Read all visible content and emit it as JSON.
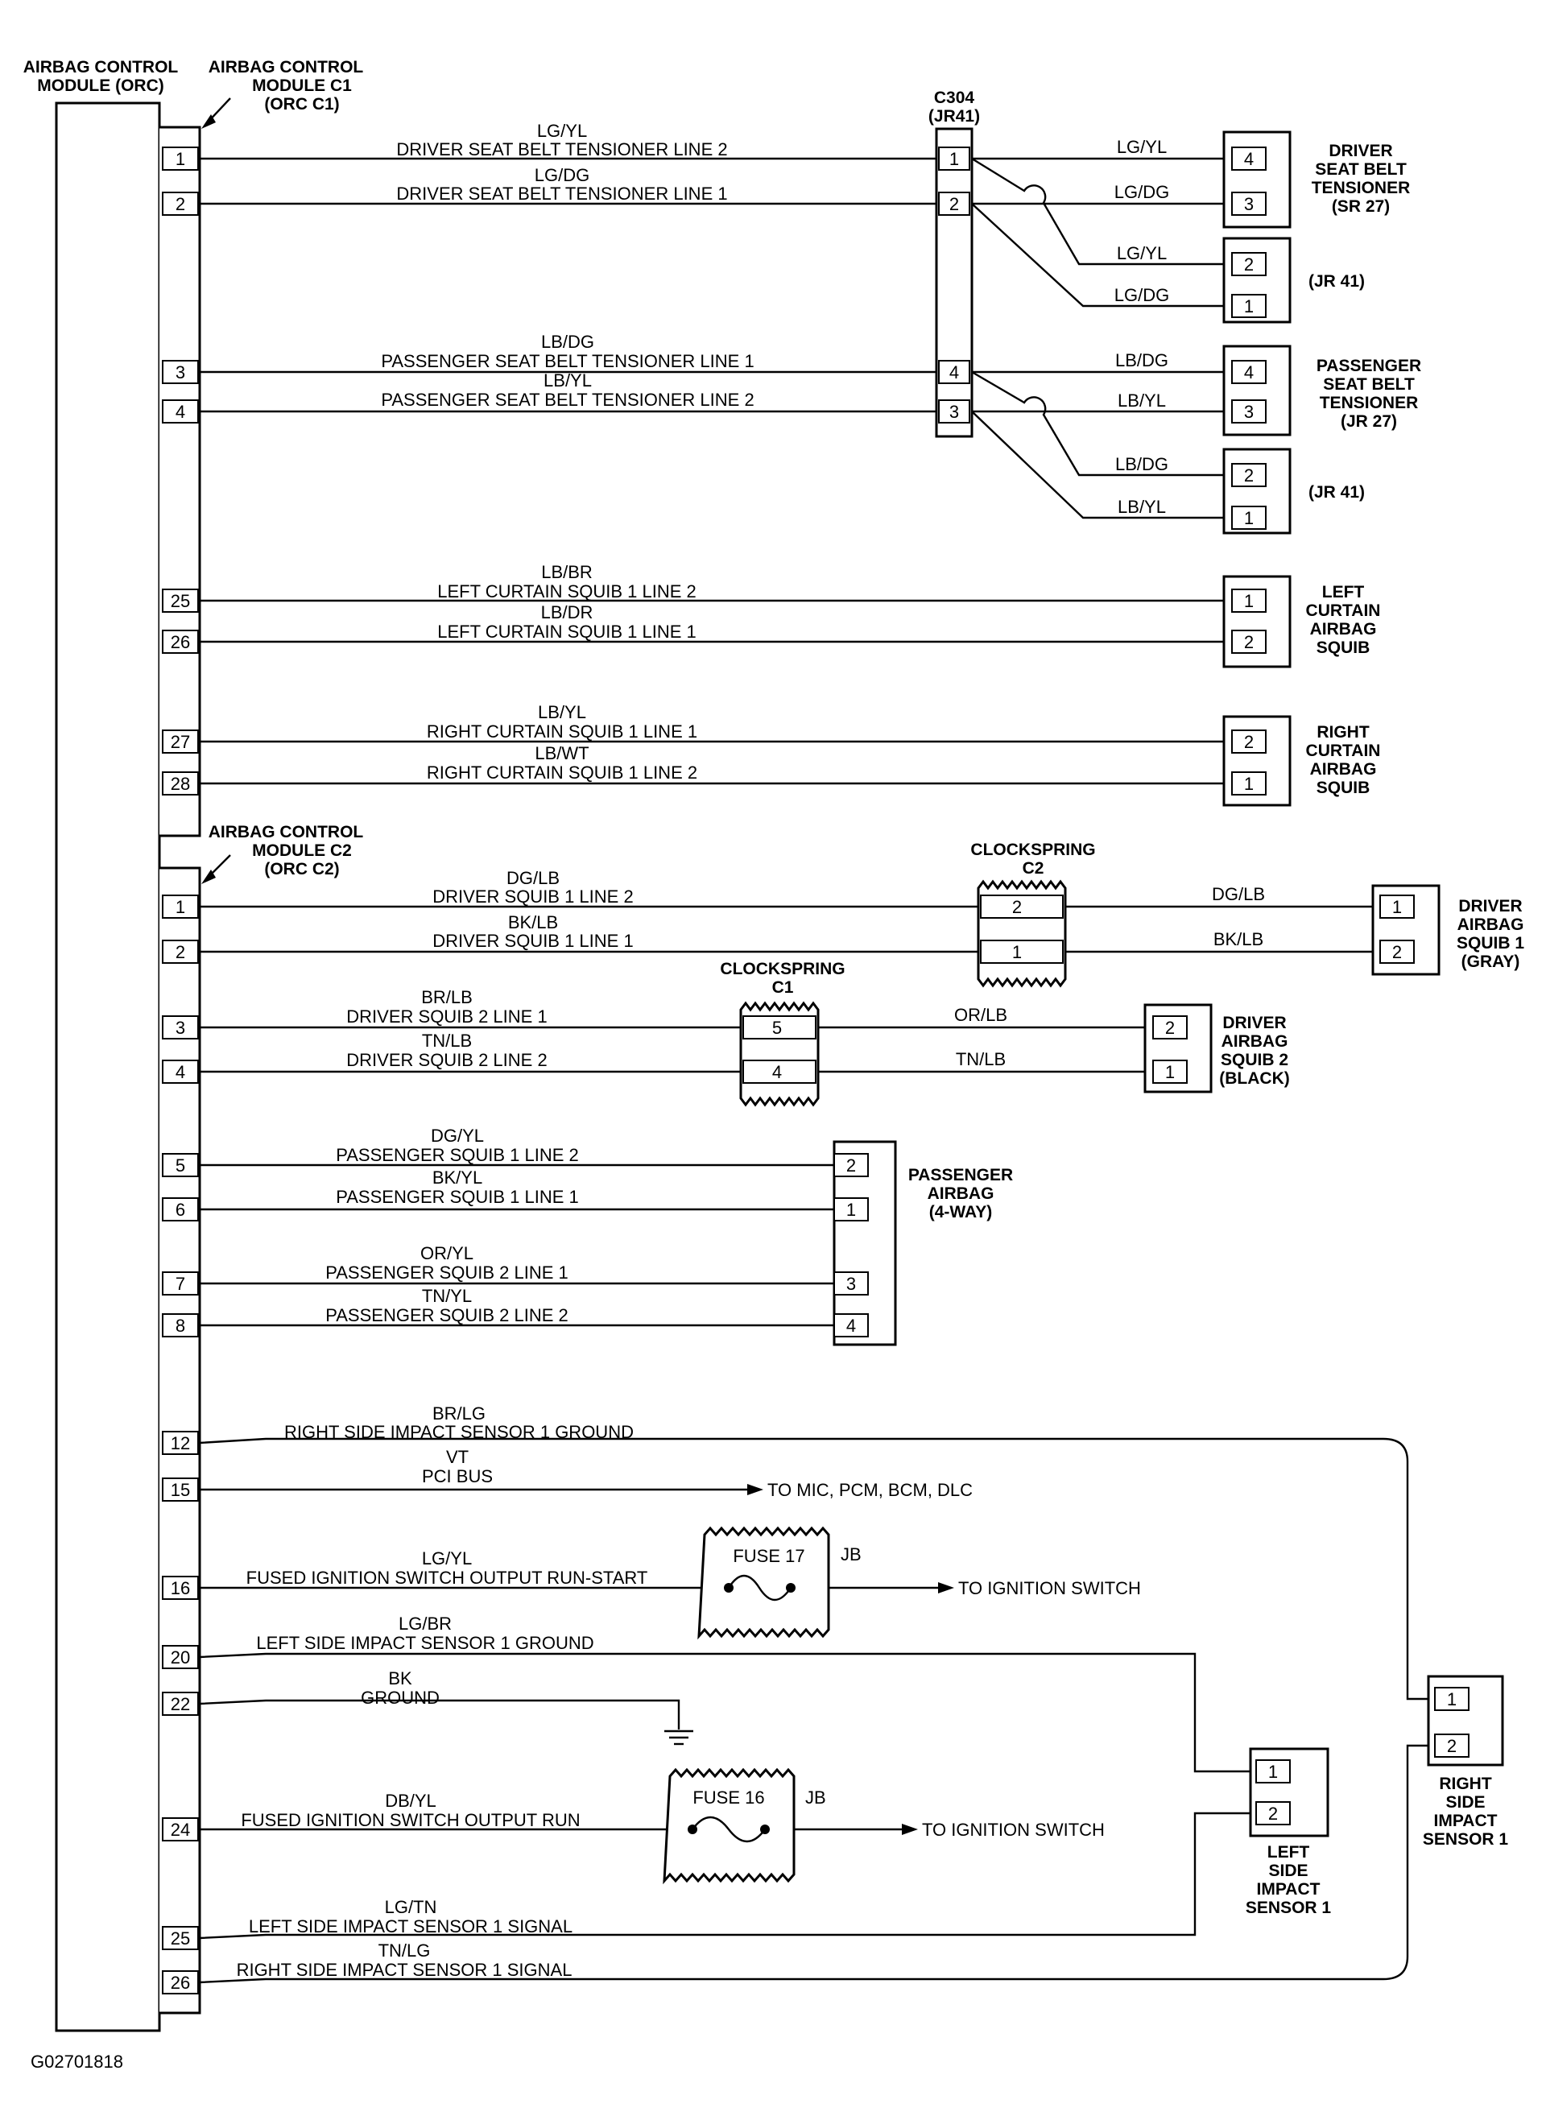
{
  "orc": {
    "title": [
      "AIRBAG CONTROL",
      "MODULE (ORC)"
    ]
  },
  "c1": {
    "title": [
      "AIRBAG CONTROL",
      "MODULE C1",
      "(ORC C1)"
    ]
  },
  "c2": {
    "title": [
      "AIRBAG CONTROL",
      "MODULE C2",
      "(ORC C2)"
    ]
  },
  "c304": {
    "title": [
      "C304",
      "(JR41)"
    ]
  },
  "clockspring_c2": {
    "title": [
      "CLOCKSPRING",
      "C2"
    ]
  },
  "clockspring_c1": {
    "title": [
      "CLOCKSPRING",
      "C1"
    ]
  },
  "components": {
    "driver_tensioner": [
      "DRIVER",
      "SEAT BELT",
      "TENSIONER",
      "(SR 27)"
    ],
    "jr41_a": [
      "(JR 41)"
    ],
    "passenger_tensioner": [
      "PASSENGER",
      "SEAT BELT",
      "TENSIONER",
      "(JR 27)"
    ],
    "jr41_b": [
      "(JR 41)"
    ],
    "left_curtain": [
      "LEFT",
      "CURTAIN",
      "AIRBAG",
      "SQUIB"
    ],
    "right_curtain": [
      "RIGHT",
      "CURTAIN",
      "AIRBAG",
      "SQUIB"
    ],
    "driver_squib1": [
      "DRIVER",
      "AIRBAG",
      "SQUIB 1",
      "(GRAY)"
    ],
    "driver_squib2": [
      "DRIVER",
      "AIRBAG",
      "SQUIB 2",
      "(BLACK)"
    ],
    "passenger_airbag": [
      "PASSENGER",
      "AIRBAG",
      "(4-WAY)"
    ],
    "right_impact": [
      "RIGHT",
      "SIDE",
      "IMPACT",
      "SENSOR 1"
    ],
    "left_impact": [
      "LEFT",
      "SIDE",
      "IMPACT",
      "SENSOR 1"
    ]
  },
  "c1_wires": [
    {
      "pin": "1",
      "color": "LG/YL",
      "name": "DRIVER SEAT BELT TENSIONER LINE 2"
    },
    {
      "pin": "2",
      "color": "LG/DG",
      "name": "DRIVER SEAT BELT TENSIONER LINE 1"
    },
    {
      "pin": "3",
      "color": "LB/DG",
      "name": "PASSENGER SEAT BELT TENSIONER LINE 1"
    },
    {
      "pin": "4",
      "color": "LB/YL",
      "name": "PASSENGER SEAT BELT TENSIONER LINE 2"
    },
    {
      "pin": "25",
      "color": "LB/BR",
      "name": "LEFT CURTAIN SQUIB 1 LINE 2"
    },
    {
      "pin": "26",
      "color": "LB/DR",
      "name": "LEFT CURTAIN SQUIB 1 LINE 1"
    },
    {
      "pin": "27",
      "color": "LB/YL",
      "name": "RIGHT CURTAIN SQUIB 1 LINE 1"
    },
    {
      "pin": "28",
      "color": "LB/WT",
      "name": "RIGHT CURTAIN SQUIB 1 LINE 2"
    }
  ],
  "c2_wires": [
    {
      "pin": "1",
      "color": "DG/LB",
      "name": "DRIVER SQUIB 1 LINE 2"
    },
    {
      "pin": "2",
      "color": "BK/LB",
      "name": "DRIVER SQUIB 1 LINE 1"
    },
    {
      "pin": "3",
      "color": "BR/LB",
      "name": "DRIVER SQUIB 2 LINE 1"
    },
    {
      "pin": "4",
      "color": "TN/LB",
      "name": "DRIVER SQUIB 2 LINE 2"
    },
    {
      "pin": "5",
      "color": "DG/YL",
      "name": "PASSENGER SQUIB 1 LINE 2"
    },
    {
      "pin": "6",
      "color": "BK/YL",
      "name": "PASSENGER SQUIB 1 LINE 1"
    },
    {
      "pin": "7",
      "color": "OR/YL",
      "name": "PASSENGER SQUIB 2 LINE 1"
    },
    {
      "pin": "8",
      "color": "TN/YL",
      "name": "PASSENGER SQUIB 2 LINE 2"
    },
    {
      "pin": "12",
      "color": "BR/LG",
      "name": "RIGHT SIDE IMPACT SENSOR 1 GROUND"
    },
    {
      "pin": "15",
      "color": "VT",
      "name": "PCI BUS"
    },
    {
      "pin": "16",
      "color": "LG/YL",
      "name": "FUSED IGNITION SWITCH OUTPUT RUN-START"
    },
    {
      "pin": "20",
      "color": "LG/BR",
      "name": "LEFT SIDE IMPACT SENSOR 1 GROUND"
    },
    {
      "pin": "22",
      "color": "BK",
      "name": "GROUND"
    },
    {
      "pin": "24",
      "color": "DB/YL",
      "name": "FUSED IGNITION SWITCH OUTPUT RUN"
    },
    {
      "pin": "25",
      "color": "LG/TN",
      "name": "LEFT SIDE IMPACT SENSOR 1 SIGNAL"
    },
    {
      "pin": "26",
      "color": "TN/LG",
      "name": "RIGHT SIDE IMPACT SENSOR 1 SIGNAL"
    }
  ],
  "right_wires": {
    "dt_a": "LG/YL",
    "dt_b": "LG/DG",
    "jra_a": "LG/YL",
    "jra_b": "LG/DG",
    "pt_a": "LB/DG",
    "pt_b": "LB/YL",
    "jrb_a": "LB/DG",
    "jrb_b": "LB/YL",
    "ds1_a": "DG/LB",
    "ds1_b": "BK/LB",
    "ds2_a": "OR/LB",
    "ds2_b": "TN/LB"
  },
  "pins": {
    "c304": [
      "1",
      "2",
      "4",
      "3"
    ],
    "driver_tensioner": [
      "4",
      "3"
    ],
    "jr41_a": [
      "2",
      "1"
    ],
    "passenger_tensioner": [
      "4",
      "3"
    ],
    "jr41_b": [
      "2",
      "1"
    ],
    "left_curtain": [
      "1",
      "2"
    ],
    "right_curtain": [
      "2",
      "1"
    ],
    "clockspring_c2": [
      "2",
      "1"
    ],
    "clockspring_c1": [
      "5",
      "4"
    ],
    "driver_squib1": [
      "1",
      "2"
    ],
    "driver_squib2": [
      "2",
      "1"
    ],
    "passenger_airbag": [
      "2",
      "1",
      "3",
      "4"
    ],
    "right_impact": [
      "1",
      "2"
    ],
    "left_impact": [
      "1",
      "2"
    ]
  },
  "fuses": {
    "f17": {
      "label": "FUSE 17",
      "jb": "JB"
    },
    "f16": {
      "label": "FUSE 16",
      "jb": "JB"
    }
  },
  "destinations": {
    "pci": "TO MIC, PCM, BCM, DLC",
    "ign1": "TO IGNITION SWITCH",
    "ign2": "TO IGNITION SWITCH"
  },
  "figure_id": "G02701818"
}
